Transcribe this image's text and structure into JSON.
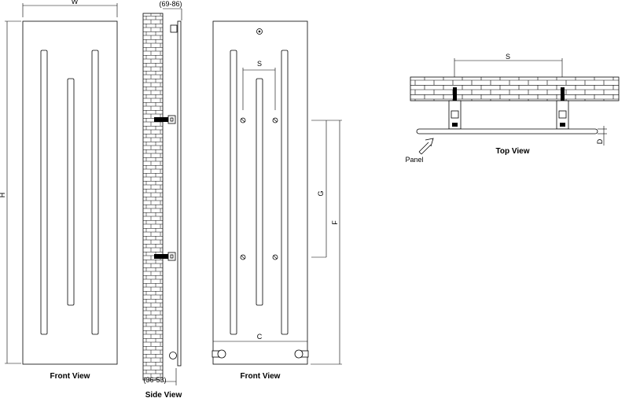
{
  "front_view_1": {
    "caption": "Front  View",
    "width_label": "W",
    "height_label": "H"
  },
  "side_view": {
    "caption": "Side  View",
    "top_dimension": "(69-86)",
    "bottom_dimension": "(36-53)"
  },
  "front_view_2": {
    "caption": "Front  View",
    "spacing_label": "S",
    "bracket_label": "G",
    "total_label": "F",
    "centre_label": "C"
  },
  "top_view": {
    "caption": "Top  View",
    "spacing_label": "S",
    "depth_label": "D",
    "panel_label": "Panel"
  },
  "colors": {
    "line": "#000000",
    "background": "#ffffff"
  }
}
